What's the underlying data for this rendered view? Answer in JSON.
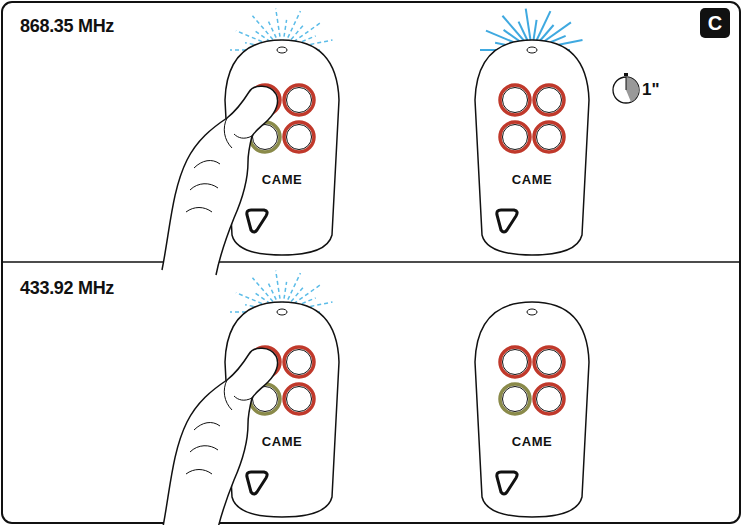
{
  "diagram": {
    "nodes": [
      {
        "text": [
          "C"
        ]
      }
    ],
    "labels": [
      "868.35 MHz",
      "1\"",
      "433.92 MHz",
      "CAME",
      "CAME",
      "CAME",
      "CAME"
    ]
  }
}
